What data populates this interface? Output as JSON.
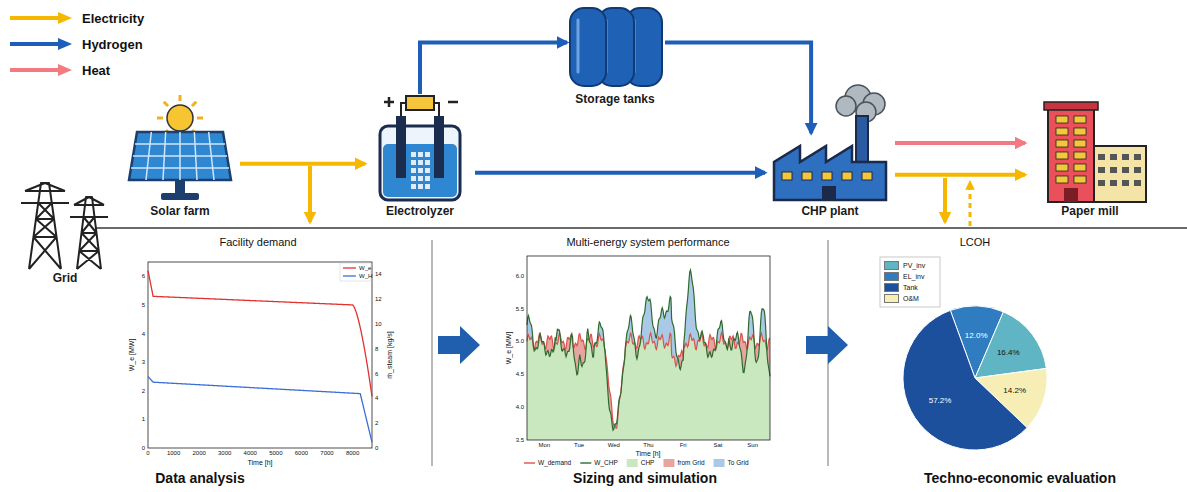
{
  "diagram": {
    "nodes": [
      {
        "text": [
          "Solar farm"
        ]
      },
      {
        "text": [
          "Electrolyzer"
        ]
      },
      {
        "text": [
          "Storage tanks"
        ]
      },
      {
        "text": [
          "CHP plant"
        ]
      },
      {
        "text": [
          "Paper mill"
        ]
      },
      {
        "text": [
          "Grid"
        ]
      }
    ],
    "edges": [
      {
        "from": 0,
        "to": 1,
        "arrow": "to"
      },
      {
        "from": 1,
        "to": 2,
        "arrow": "to"
      },
      {
        "from": 2,
        "to": 3,
        "arrow": "to"
      },
      {
        "from": 1,
        "to": 3,
        "arrow": "to"
      },
      {
        "from": 3,
        "to": 4,
        "arrow": "to"
      },
      {
        "from": 3,
        "to": 4,
        "arrow": "to"
      }
    ],
    "labels": [
      "Facility demand",
      "Multi-energy system performance",
      "LCOH",
      "Data analysis",
      "Sizing and simulation",
      "Techno-economic evaluation",
      "W_e [MW]",
      "ṁ_steam [kg/s]",
      "Time [h]",
      "W_e",
      "W_H",
      "0",
      "1",
      "2",
      "3",
      "4",
      "5",
      "6",
      "0",
      "2",
      "4",
      "6",
      "8",
      "10",
      "12",
      "14",
      "0",
      "1000",
      "2000",
      "3000",
      "4000",
      "5000",
      "6000",
      "7000",
      "8000",
      "W_e [MW]",
      "Time [h]",
      "3.5",
      "4.0",
      "4.5",
      "5.0",
      "5.5",
      "6.0",
      "Mon",
      "Tue",
      "Wed",
      "Thu",
      "Fri",
      "Sat",
      "Sun",
      "W_demand",
      "W_CHP",
      "CHP",
      "from Grid",
      "To Grid",
      "16.4%",
      "12.0%",
      "57.2%",
      "14.2%"
    ],
    "legend": [
      {
        "text": "Electricity"
      },
      {
        "text": "Hydrogen"
      },
      {
        "text": "Heat"
      },
      {
        "text": "PV_inv",
        "color": "#5fb5c4"
      },
      {
        "text": "EL_inv",
        "color": "#2f7cc0"
      },
      {
        "text": "Tank",
        "color": "#1c4f9c"
      },
      {
        "text": "O&M",
        "color": "#f6eeb4"
      }
    ]
  }
}
